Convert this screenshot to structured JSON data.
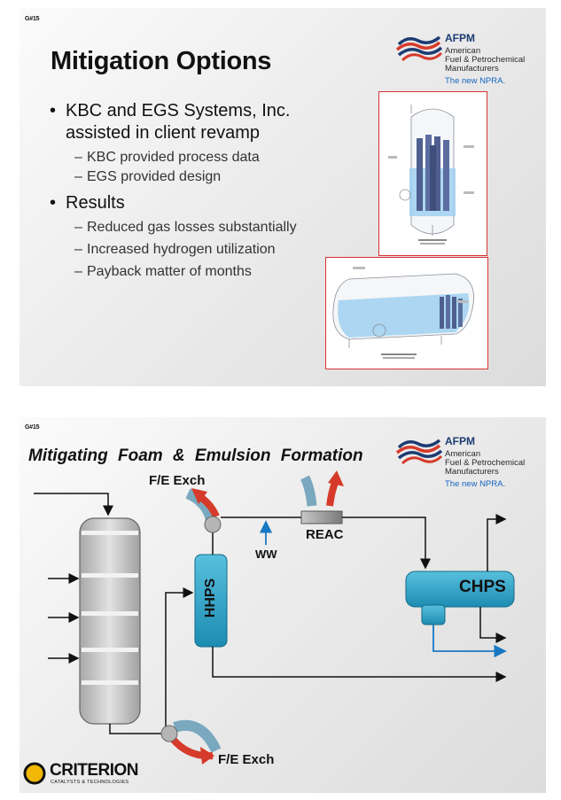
{
  "slide1": {
    "tag": "G#15",
    "title": "Mitigation Options",
    "bullets": [
      {
        "text": "KBC and EGS Systems, Inc. assisted in client revamp",
        "subs": [
          "KBC provided process data",
          "EGS provided design"
        ]
      },
      {
        "text": "Results",
        "subs": [
          "Reduced gas losses substantially",
          "Increased hydrogen utilization",
          "Payback matter of months"
        ]
      }
    ]
  },
  "logo": {
    "brand": "AFPM",
    "line1": "American",
    "line2": "Fuel & Petrochemical",
    "line3": "Manufacturers",
    "tagline": "The new NPRA."
  },
  "slide2": {
    "tag": "G#15",
    "title": "Mitigating Foam & Emulsion Formation",
    "labels": {
      "fe_top": "F/E Exch",
      "fe_bottom": "F/E Exch",
      "ww": "WW",
      "reac": "REAC",
      "hhps": "HHPS",
      "chps": "CHPS"
    },
    "criterion": {
      "name": "CRITERION",
      "sub": "CATALYSTS & TECHNOLOGIES"
    }
  },
  "colors": {
    "vessel_teal": "#2b9fc2",
    "arrow_red": "#d63a2a",
    "arrow_blue": "#1a78c2",
    "frame_red": "#d93232",
    "brand_navy": "#1c3c72",
    "criterion_yellow": "#f2b705"
  }
}
